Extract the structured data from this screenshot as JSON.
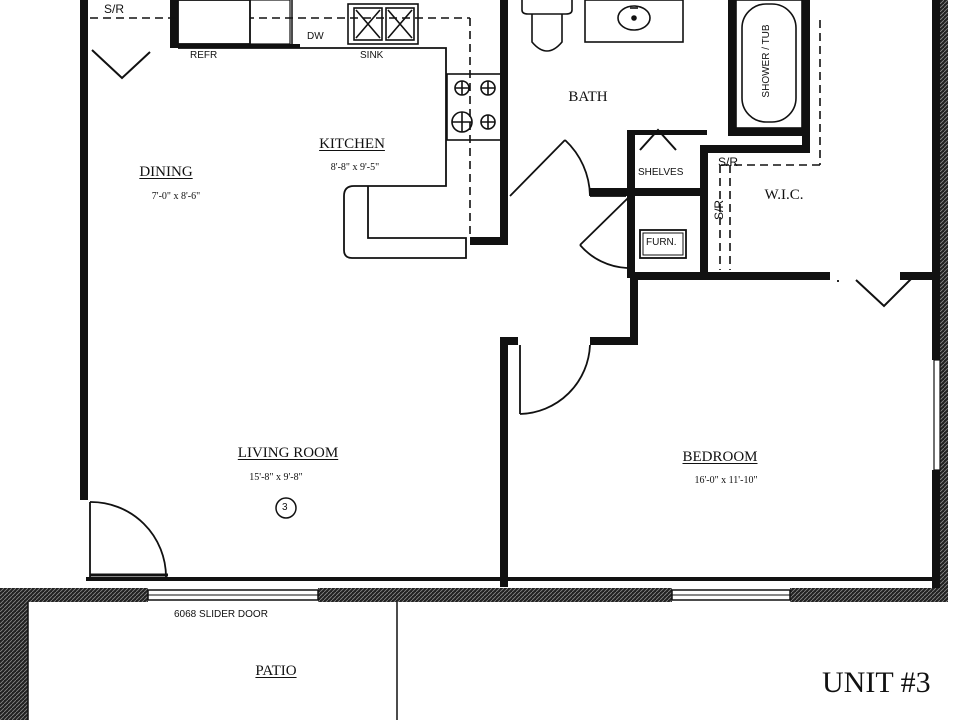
{
  "rooms": {
    "dining": {
      "name": "DINING",
      "dim": "7'-0\" x 8'-6\""
    },
    "kitchen": {
      "name": "KITCHEN",
      "dim": "8'-8\" x 9'-5\""
    },
    "bath": {
      "name": "BATH"
    },
    "wic": {
      "name": "W.I.C."
    },
    "living": {
      "name": "LIVING ROOM",
      "dim": "15'-8\" x 9'-8\""
    },
    "bedroom": {
      "name": "BEDROOM",
      "dim": "16'-0\" x 11'-10\""
    },
    "patio": {
      "name": "PATIO"
    }
  },
  "fixtures": {
    "sr_top_left": "S/R",
    "refr": "REFR",
    "dw": "DW",
    "sink": "SINK",
    "shower_tub": "SHOWER / TUB",
    "shelves": "SHELVES",
    "furn": "FURN.",
    "sr_wic_top": "S/R",
    "sr_wic_side": "S/R",
    "slider_door": "6068 SLIDER DOOR",
    "marker": "3"
  },
  "unit_label": "UNIT #3"
}
